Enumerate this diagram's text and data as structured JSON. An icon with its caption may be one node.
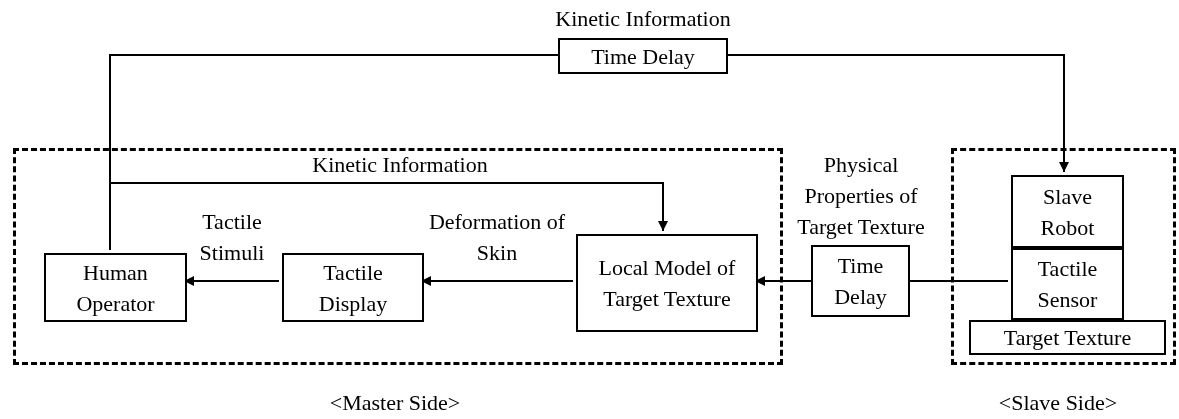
{
  "diagram": {
    "nodes": [
      {
        "text": [],
        "shape": "box",
        "beside": [
          "<Master Side>"
        ]
      },
      {
        "text": [
          "Human Operator"
        ],
        "in": 0
      },
      {
        "text": [
          "Tactile Display"
        ],
        "in": 0
      },
      {
        "text": [
          "Local Model of Target Texture"
        ],
        "in": 0
      },
      {
        "text": [
          "Time Delay"
        ],
        "beside": [
          "Kinetic Information"
        ]
      },
      {
        "text": [
          "Time Delay"
        ],
        "beside": [
          "Physical Properties of Target Texture"
        ]
      },
      {
        "text": [],
        "shape": "box",
        "beside": [
          "<Slave Side>"
        ]
      },
      {
        "text": [
          "Slave Robot"
        ],
        "in": 6
      },
      {
        "text": [
          "Tactile Sensor"
        ],
        "in": 6
      },
      {
        "text": [
          "Target Texture"
        ],
        "in": 6
      }
    ],
    "edges": [
      {
        "from": 1,
        "to": 4,
        "arrow": "none"
      },
      {
        "from": 4,
        "to": 7,
        "arrow": "to"
      },
      {
        "from": 1,
        "to": 3,
        "arrow": "to",
        "label": "Kinetic Information"
      },
      {
        "from": 3,
        "to": 2,
        "arrow": "to",
        "label": "Deformation of Skin"
      },
      {
        "from": 2,
        "to": 1,
        "arrow": "to",
        "label": "Tactile Stimuli"
      },
      {
        "from": 8,
        "to": 5,
        "arrow": "none"
      },
      {
        "from": 5,
        "to": 3,
        "arrow": "to"
      }
    ]
  }
}
